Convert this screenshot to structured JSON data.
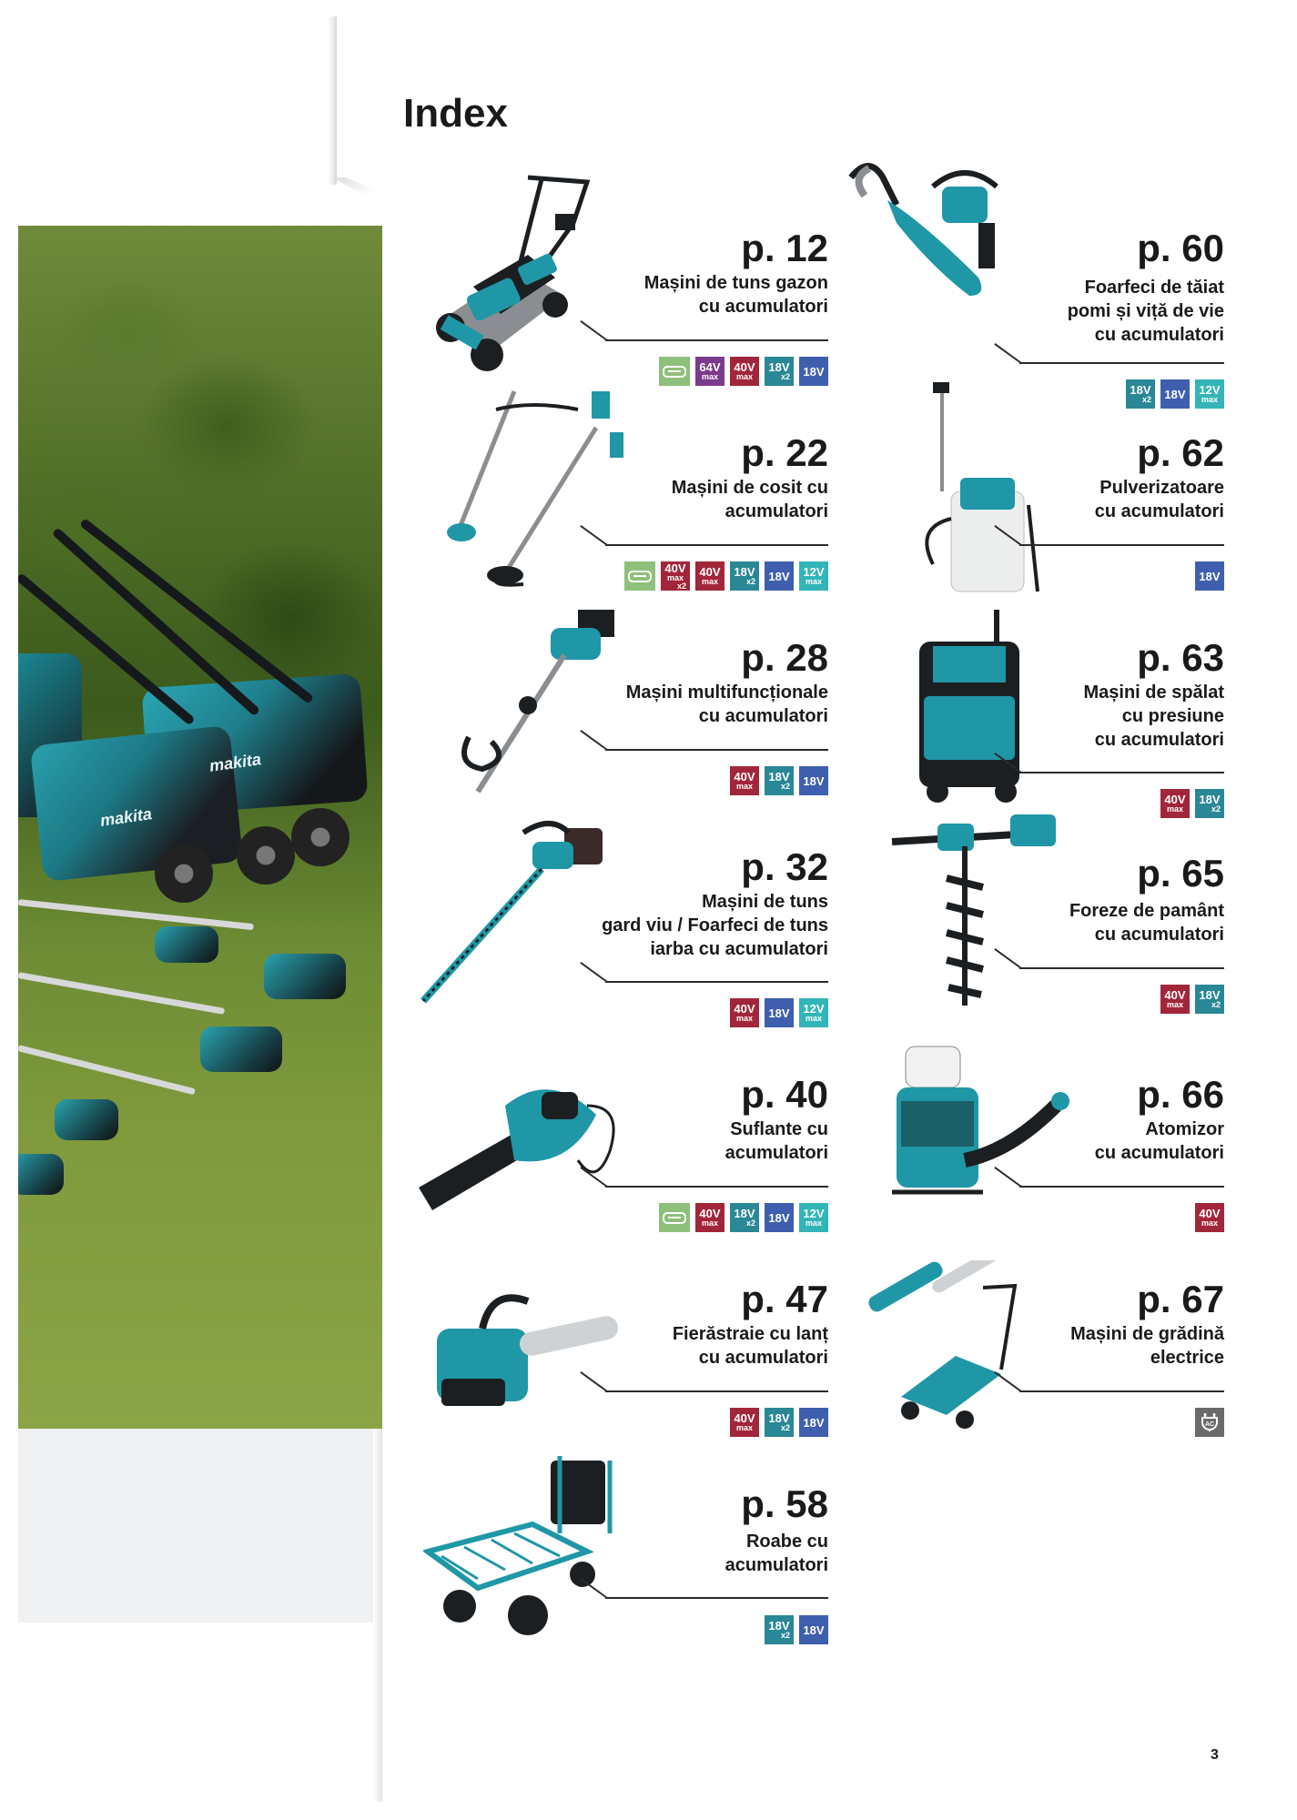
{
  "page": {
    "title": "Index",
    "page_number": "3"
  },
  "colors": {
    "green_universal": "#8dc07a",
    "purple_64v": "#7b3a8c",
    "red_40v": "#a2263a",
    "teal_18vx2": "#2a8795",
    "blue_18v": "#3f5fae",
    "cyan_12v": "#33b5b8",
    "grey_ac": "#6a6a6a",
    "makita_teal": "#1f97a6"
  },
  "badge_types": {
    "universal": {
      "label": "",
      "icon": "universal-battery-icon",
      "color": "#8dc07a"
    },
    "64vmax": {
      "label": "64V",
      "sub": "max",
      "color": "#7b3a8c"
    },
    "40vmaxx2": {
      "label": "40V",
      "sub": "max",
      "extra": "x2",
      "color": "#a2263a"
    },
    "40vmax": {
      "label": "40V",
      "sub": "max",
      "color": "#a2263a"
    },
    "18vx2": {
      "label": "18V",
      "extra": "x2",
      "color": "#2a8795"
    },
    "18v": {
      "label": "18V",
      "color": "#3f5fae"
    },
    "12vmax": {
      "label": "12V",
      "sub": "max",
      "color": "#33b5b8"
    },
    "ac": {
      "label": "AC",
      "icon": "ac-plug-icon",
      "color": "#6a6a6a"
    }
  },
  "entries": [
    {
      "page": "p. 12",
      "title": "Mașini de tuns gazon\ncu acumulatori",
      "product": "lawn-mower",
      "badges": [
        "universal",
        "64vmax",
        "40vmax",
        "18vx2",
        "18v"
      ]
    },
    {
      "page": "p. 60",
      "title": "Foarfeci de tăiat\npomi și viță de vie\ncu acumulatori",
      "product": "pruning-shears",
      "badges": [
        "18vx2",
        "18v",
        "12vmax"
      ]
    },
    {
      "page": "p. 22",
      "title": "Mașini de cosit cu\nacumulatori",
      "product": "brush-cutter",
      "badges": [
        "universal",
        "40vmaxx2",
        "40vmax",
        "18vx2",
        "18v",
        "12vmax"
      ]
    },
    {
      "page": "p. 62",
      "title": "Pulverizatoare\ncu acumulatori",
      "product": "sprayer",
      "badges": [
        "18v"
      ]
    },
    {
      "page": "p. 28",
      "title": "Mașini multifuncționale\ncu acumulatori",
      "product": "multi-function-tool",
      "badges": [
        "40vmax",
        "18vx2",
        "18v"
      ]
    },
    {
      "page": "p. 63",
      "title": "Mașini de spălat\ncu presiune\ncu acumulatori",
      "product": "pressure-washer",
      "badges": [
        "40vmax",
        "18vx2"
      ]
    },
    {
      "page": "p. 32",
      "title": "Mașini de tuns\ngard viu / Foarfeci de tuns\niarba cu acumulatori",
      "product": "hedge-trimmer",
      "badges": [
        "40vmax",
        "18v",
        "12vmax"
      ]
    },
    {
      "page": "p. 65",
      "title": "Foreze de pamânt\ncu acumulatori",
      "product": "earth-auger",
      "badges": [
        "40vmax",
        "18vx2"
      ]
    },
    {
      "page": "p. 40",
      "title": "Suflante cu\nacumulatori",
      "product": "blower",
      "badges": [
        "universal",
        "40vmax",
        "18vx2",
        "18v",
        "12vmax"
      ]
    },
    {
      "page": "p. 66",
      "title": "Atomizor\ncu acumulatori",
      "product": "mist-blower",
      "badges": [
        "40vmax"
      ]
    },
    {
      "page": "p. 47",
      "title": "Fierăstraie cu lanț\ncu acumulatori",
      "product": "chainsaw",
      "badges": [
        "40vmax",
        "18vx2",
        "18v"
      ]
    },
    {
      "page": "p. 67",
      "title": "Mașini de grădină\nelectrice",
      "product": "electric-garden-tools",
      "badges": [
        "ac"
      ]
    },
    {
      "page": "p. 58",
      "title": "Roabe cu\nacumulatori",
      "product": "wheelbarrow",
      "badges": [
        "18vx2",
        "18v"
      ]
    }
  ],
  "photo": {
    "brand_text_1": "makita",
    "brand_text_2": "makita"
  }
}
